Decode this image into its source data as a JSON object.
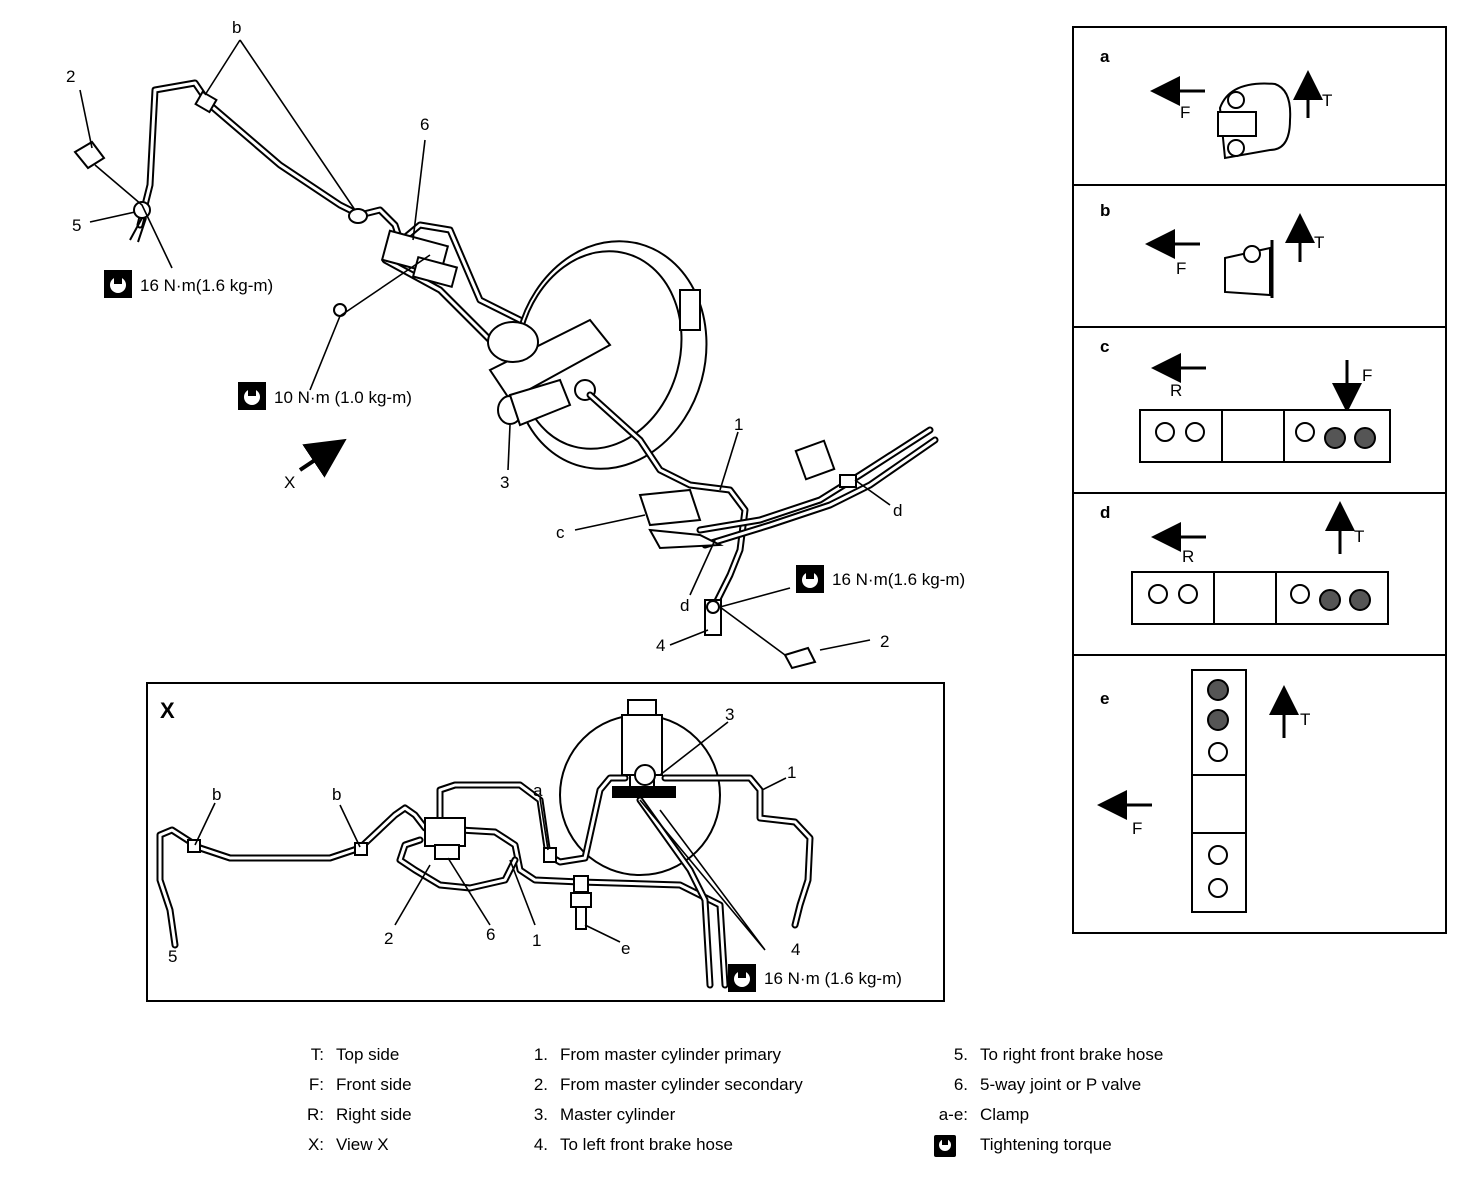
{
  "main": {
    "labels": {
      "b": "b",
      "c": "c",
      "d": "d",
      "X": "X",
      "n1": "1",
      "n2": "2",
      "n3": "3",
      "n4": "4",
      "n5": "5",
      "n6": "6"
    },
    "torque_16": "16 N·m(1.6 kg-m)",
    "torque_10": "10 N·m (1.0 kg-m)"
  },
  "view_x": {
    "title": "X",
    "torque": "16 N·m (1.6 kg-m)",
    "labels": {
      "a": "a",
      "b": "b",
      "e": "e",
      "n1": "1",
      "n2": "2",
      "n3": "3",
      "n4": "4",
      "n5": "5",
      "n6": "6"
    }
  },
  "clamps": [
    {
      "id": "a",
      "dir1": "F",
      "dir2": "T"
    },
    {
      "id": "b",
      "dir1": "F",
      "dir2": "T"
    },
    {
      "id": "c",
      "dir1": "R",
      "dir2": "F"
    },
    {
      "id": "d",
      "dir1": "R",
      "dir2": "T"
    },
    {
      "id": "e",
      "dir1": "T",
      "dir2": "F"
    }
  ],
  "legend": {
    "col1": [
      {
        "key": "T:",
        "text": "Top side"
      },
      {
        "key": "F:",
        "text": "Front side"
      },
      {
        "key": "R:",
        "text": "Right side"
      },
      {
        "key": "X:",
        "text": "View X"
      }
    ],
    "col2": [
      {
        "key": "1.",
        "text": "From master cylinder primary"
      },
      {
        "key": "2.",
        "text": "From master cylinder secondary"
      },
      {
        "key": "3.",
        "text": "Master cylinder"
      },
      {
        "key": "4.",
        "text": "To left front brake hose"
      }
    ],
    "col3": [
      {
        "key": "5.",
        "text": "To right front brake hose"
      },
      {
        "key": "6.",
        "text": "5-way joint or P valve"
      },
      {
        "key": "a-e:",
        "text": "Clamp"
      },
      {
        "key": "",
        "text": "Tightening torque"
      }
    ]
  }
}
